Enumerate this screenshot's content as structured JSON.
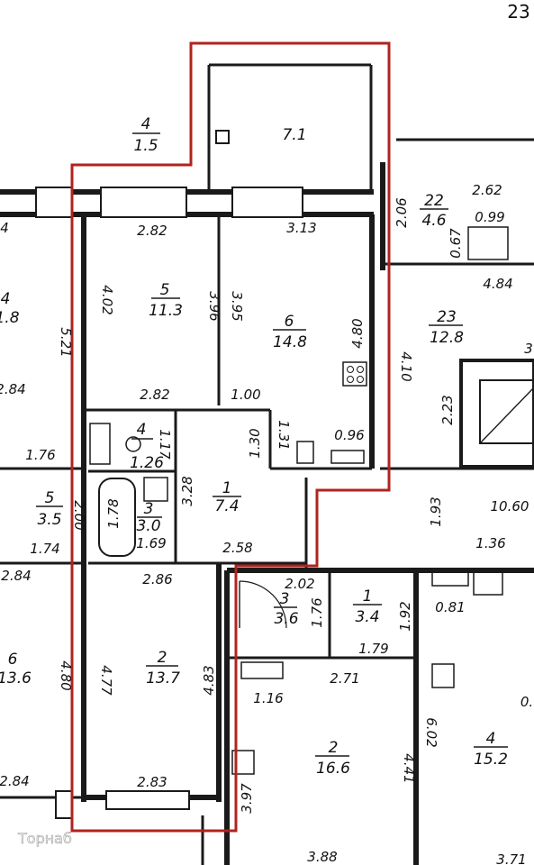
{
  "page": {
    "corner_label": "23",
    "watermark": "Торнаб"
  },
  "highlight_color": "#b0231e",
  "rooms": [
    {
      "id": "balcony",
      "num": "4",
      "area": "1.5"
    },
    {
      "id": "loggia",
      "area": "7.1"
    },
    {
      "id": "room5",
      "num": "5",
      "area": "11.3"
    },
    {
      "id": "room6",
      "num": "6",
      "area": "14.8"
    },
    {
      "id": "wc",
      "num": "4",
      "area": "1.26"
    },
    {
      "id": "bath",
      "num": "3",
      "area": "3.0"
    },
    {
      "id": "hall",
      "num": "1",
      "area": "7.4"
    },
    {
      "id": "room2",
      "num": "2",
      "area": "13.7"
    },
    {
      "id": "n22",
      "num": "22",
      "area": "4.6"
    },
    {
      "id": "n23",
      "num": "23",
      "area": "12.8"
    },
    {
      "id": "left4",
      "num": "4",
      "area": "1.8"
    },
    {
      "id": "left5",
      "num": "5",
      "area": "3.5"
    },
    {
      "id": "left6",
      "num": "6",
      "area": "13.6"
    },
    {
      "id": "r3",
      "num": "3",
      "area": "3.6"
    },
    {
      "id": "r1",
      "num": "1",
      "area": "3.4"
    },
    {
      "id": "r2",
      "num": "2",
      "area": "16.6"
    },
    {
      "id": "r4",
      "num": "4",
      "area": "15.2"
    }
  ],
  "dimensions": [
    "2.82",
    "3.13",
    "4.02",
    "5.21",
    "3.96",
    "3.95",
    "4.80",
    "4.10",
    "2.82",
    "1.00",
    "1.17",
    "1.30",
    "1.31",
    "0.96",
    "3.28",
    "1.78",
    "1.69",
    "2.58",
    "2.86",
    "2.00",
    "4.80",
    "4.77",
    "4.83",
    "2.83",
    "2.06",
    "2.62",
    "0.99",
    "0.67",
    "4.84",
    "2.23",
    "1.93",
    "10.60",
    "1.36",
    "0.81",
    "2.02",
    "1.76",
    "1.92",
    "1.79",
    "2.71",
    "1.16",
    "6.02",
    "4.41",
    "3.97",
    "3.88",
    "3.71",
    "2.84",
    "1.76",
    "1.74",
    "2.84",
    "2.84",
    "4",
    "3",
    "0."
  ]
}
